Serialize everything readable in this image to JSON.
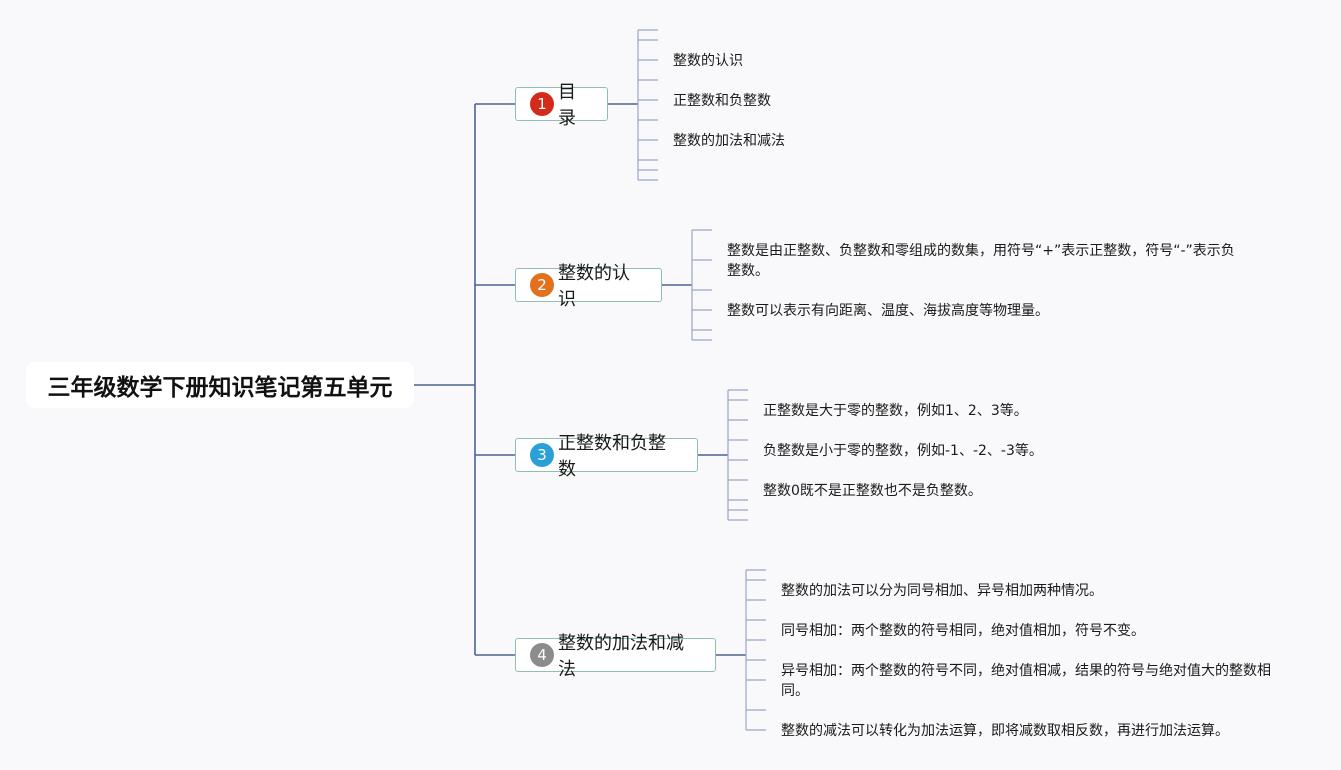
{
  "root": {
    "title": "三年级数学下册知识笔记第五单元"
  },
  "topics": [
    {
      "number": "1",
      "label": "目录",
      "badge_color": "#d42a1c",
      "leaves": [
        "整数的认识",
        "正整数和负整数",
        "整数的加法和减法"
      ]
    },
    {
      "number": "2",
      "label": "整数的认识",
      "badge_color": "#e2711d",
      "leaves": [
        "整数是由正整数、负整数和零组成的数集，用符号“+”表示正整数，符号“-”表示负整数。",
        "整数可以表示有向距离、温度、海拔高度等物理量。"
      ]
    },
    {
      "number": "3",
      "label": "正整数和负整数",
      "badge_color": "#2a9fd8",
      "leaves": [
        "正整数是大于零的整数，例如1、2、3等。",
        "负整数是小于零的整数，例如-1、-2、-3等。",
        "整数0既不是正整数也不是负整数。"
      ]
    },
    {
      "number": "4",
      "label": "整数的加法和减法",
      "badge_color": "#8c8c8c",
      "leaves": [
        "整数的加法可以分为同号相加、异号相加两种情况。",
        "同号相加：两个整数的符号相同，绝对值相加，符号不变。",
        "异号相加：两个整数的符号不同，绝对值相减，结果的符号与绝对值大的整数相同。",
        "整数的减法可以转化为加法运算，即将减数取相反数，再进行加法运算。"
      ]
    }
  ],
  "colors": {
    "main_line": "#4a6491",
    "leaf_line": "#9aa6c8",
    "topic_border": "#8fbfb4"
  }
}
